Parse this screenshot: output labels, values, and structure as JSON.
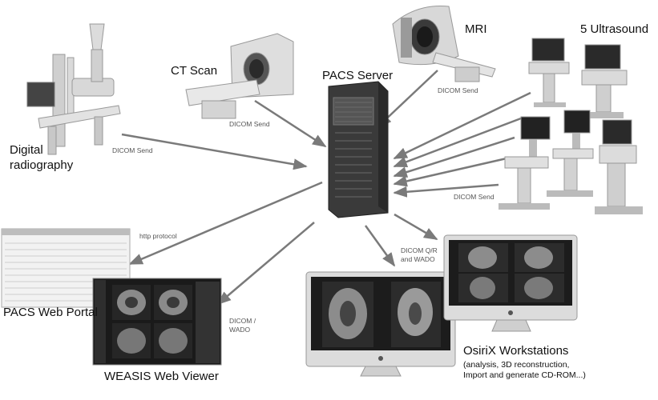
{
  "labels": {
    "digital": [
      "Digital",
      "radiography"
    ],
    "ct": "CT Scan",
    "mri": "MRI",
    "ultrasound": "5 Ultrasound",
    "pacs_server": "PACS Server",
    "web_portal": "PACS Web Portal",
    "weasis": "WEASIS Web Viewer",
    "osirix": "OsiriX Workstations",
    "osirix_desc": [
      "(analysis, 3D reconstruction,",
      "Import and generate CD-ROM...)"
    ]
  },
  "connectors": {
    "dicom_send_radiography": "DICOM Send",
    "dicom_send_ct": "DICOM Send",
    "dicom_send_mri": "DICOM Send",
    "dicom_send_ultrasound": "DICOM Send",
    "http": "http protocol",
    "dicom_qr": [
      "DICOM Q/R",
      "and WADO"
    ],
    "dicom_wado": [
      "DICOM /",
      "WADO"
    ]
  },
  "colors": {
    "arrow": "#7a7a7a",
    "device": "#d4d4d4",
    "server": "#3a3a3a",
    "screen": "#1c1c1c",
    "monitor_frame": "#dcdcdc"
  }
}
